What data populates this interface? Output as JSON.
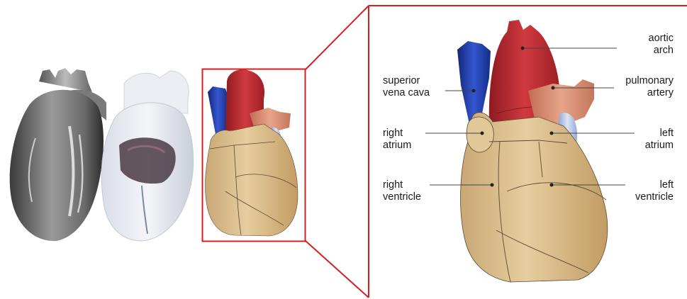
{
  "panels": [
    {
      "id": "greyscale-heart-model",
      "style": "opaque gray surface render"
    },
    {
      "id": "transparent-heart-model",
      "style": "semi-transparent render"
    },
    {
      "id": "segmented-heart-model",
      "style": "colored segmented model"
    },
    {
      "id": "zoomed-segmented-heart",
      "style": "enlarged colored segmented model with labels"
    }
  ],
  "highlight_color": "#d42020",
  "colors": {
    "aorta": "#b8242c",
    "vena_cava": "#1d3fb0",
    "pulmonary_artery": "#d6876a",
    "chambers": "#dcbf8f",
    "left_atrial_appendage": "#b9c8e8"
  },
  "labels": {
    "aortic_arch": [
      "aortic",
      "arch"
    ],
    "superior_vena_cava": [
      "superior",
      "vena cava"
    ],
    "pulmonary_artery": [
      "pulmonary",
      "artery"
    ],
    "right_atrium": [
      "right",
      "atrium"
    ],
    "left_atrium": [
      "left",
      "atrium"
    ],
    "right_ventricle": [
      "right",
      "ventricle"
    ],
    "left_ventricle": [
      "left",
      "ventricle"
    ]
  }
}
